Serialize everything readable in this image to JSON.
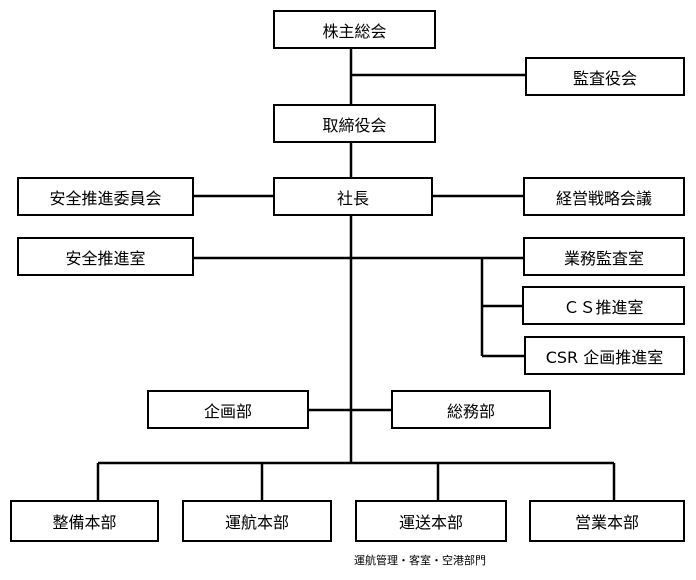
{
  "org_chart": {
    "shareholders_meeting": "株主総会",
    "audit_board": "監査役会",
    "board_of_directors": "取締役会",
    "safety_committee": "安全推進委員会",
    "president": "社長",
    "strategy_council": "経営戦略会議",
    "safety_office": "安全推進室",
    "internal_audit_office": "業務監査室",
    "cs_office": "ＣＳ推進室",
    "csr_office": "CSR 企画推進室",
    "planning_dept": "企画部",
    "general_affairs_dept": "総務部",
    "maintenance_division": "整備本部",
    "flight_operations_division": "運航本部",
    "transport_division": "運送本部",
    "sales_division": "営業本部",
    "transport_division_note": "運航管理・客室・空港部門"
  }
}
